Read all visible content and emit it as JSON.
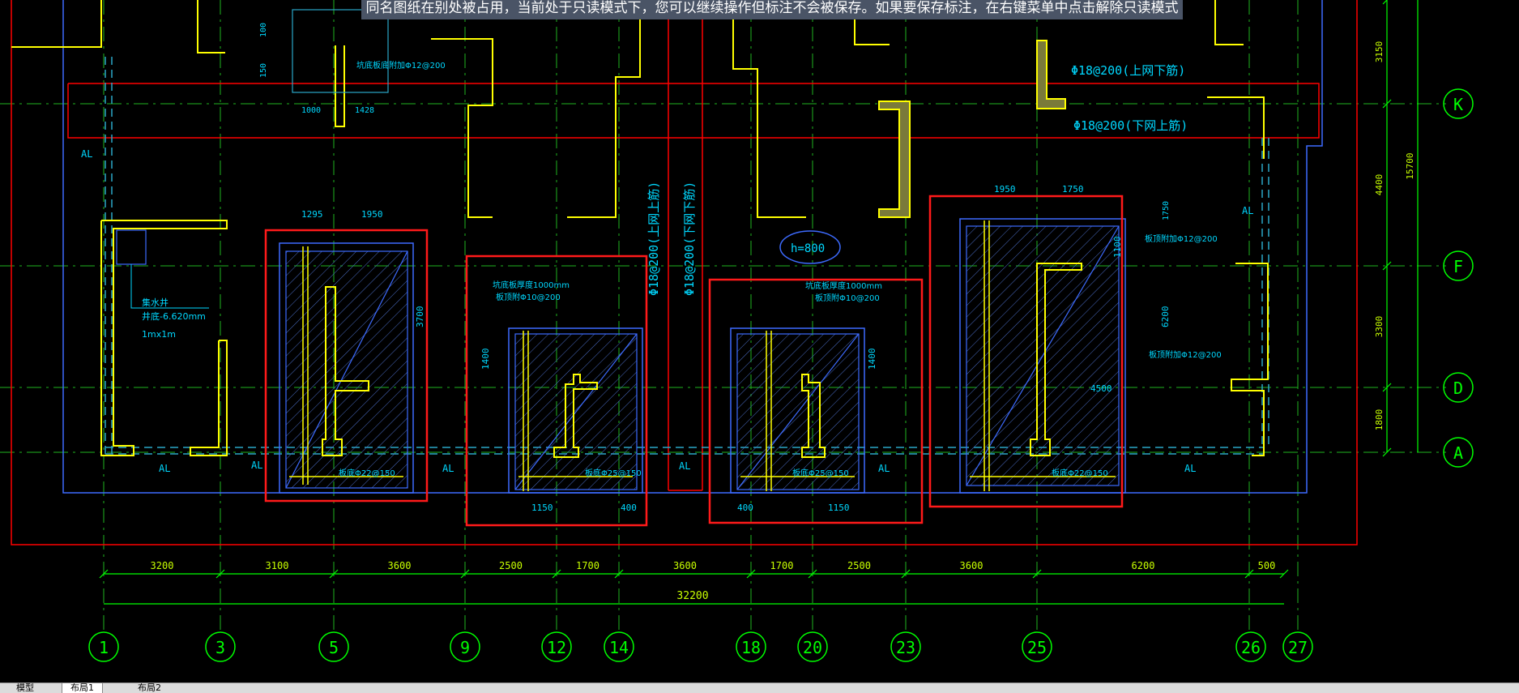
{
  "notice": "同名图纸在别处被占用，当前处于只读模式下，您可以继续操作但标注不会被保存。如果要保存标注，在右键菜单中点击解除只读模式",
  "colors": {
    "background": "#000000",
    "axis_green": "#00ff00",
    "wall_yellow": "#ffff00",
    "dim_cyan": "#00ffff",
    "boundary_red": "#ff0000",
    "slab_blue": "#3d6bff",
    "wall_fill": "#7a7a3a"
  },
  "grid_axes": {
    "vertical": [
      "1",
      "3",
      "5",
      "9",
      "12",
      "14",
      "18",
      "20",
      "23",
      "25",
      "26",
      "27"
    ],
    "horizontal": [
      "K",
      "F",
      "D",
      "A"
    ]
  },
  "dimensions": {
    "bottom_spans": [
      "3200",
      "3100",
      "3600",
      "2500",
      "1700",
      "3600",
      "1700",
      "2500",
      "3600",
      "6200",
      "500"
    ],
    "total": "32200",
    "right_spans": [
      "3150",
      "4400",
      "3300",
      "1800"
    ],
    "right_total": "15700"
  },
  "rebar_notes": {
    "top_top": "Φ18@200(上网下筋)",
    "top_bottom": "Φ18@200(下网上筋)",
    "vertical_left": "Φ18@200(上网上筋)",
    "vertical_right": "Φ18@200(下网下筋)"
  },
  "markers": {
    "al": "AL",
    "h800": "h=800",
    "sump_name": "集水井",
    "sump_depth": "井底-6.620mm",
    "sump_size": "1mx1m"
  },
  "pit_labels": {
    "pit1_dims": [
      "1295",
      "1950"
    ],
    "pit1_side": "3700",
    "pit1_bottom": "板底Φ22@150",
    "pit2_side": "1400",
    "pit2_note1": "坑底板厚度1000mm",
    "pit2_note2": "板顶附Φ10@200",
    "pit2_bottom": "板底Φ25@150",
    "pit2_dims": [
      "1150",
      "400"
    ],
    "pit3_side": "1400",
    "pit3_note1": "坑底板厚度1000mm",
    "pit3_note2": "板顶附Φ10@200",
    "pit3_bottom": "板底Φ25@150",
    "pit3_dims": [
      "400",
      "1150"
    ],
    "pit4_dims": [
      "1950",
      "1750"
    ],
    "pit4_side1": "1100",
    "pit4_side2": "6200",
    "pit4_bottom": "板底Φ22@150",
    "pit4_note1": "板顶附加Φ12@200",
    "pit4_note2": "板顶附加Φ12@200",
    "pit4_4500": "4500",
    "topleft_note": "坑底板底附加Φ12@200",
    "topleft_dims": [
      "1000",
      "1428"
    ],
    "topleft_side": [
      "100",
      "150"
    ]
  },
  "tabs": [
    "模型",
    "布局1",
    "布局2"
  ]
}
